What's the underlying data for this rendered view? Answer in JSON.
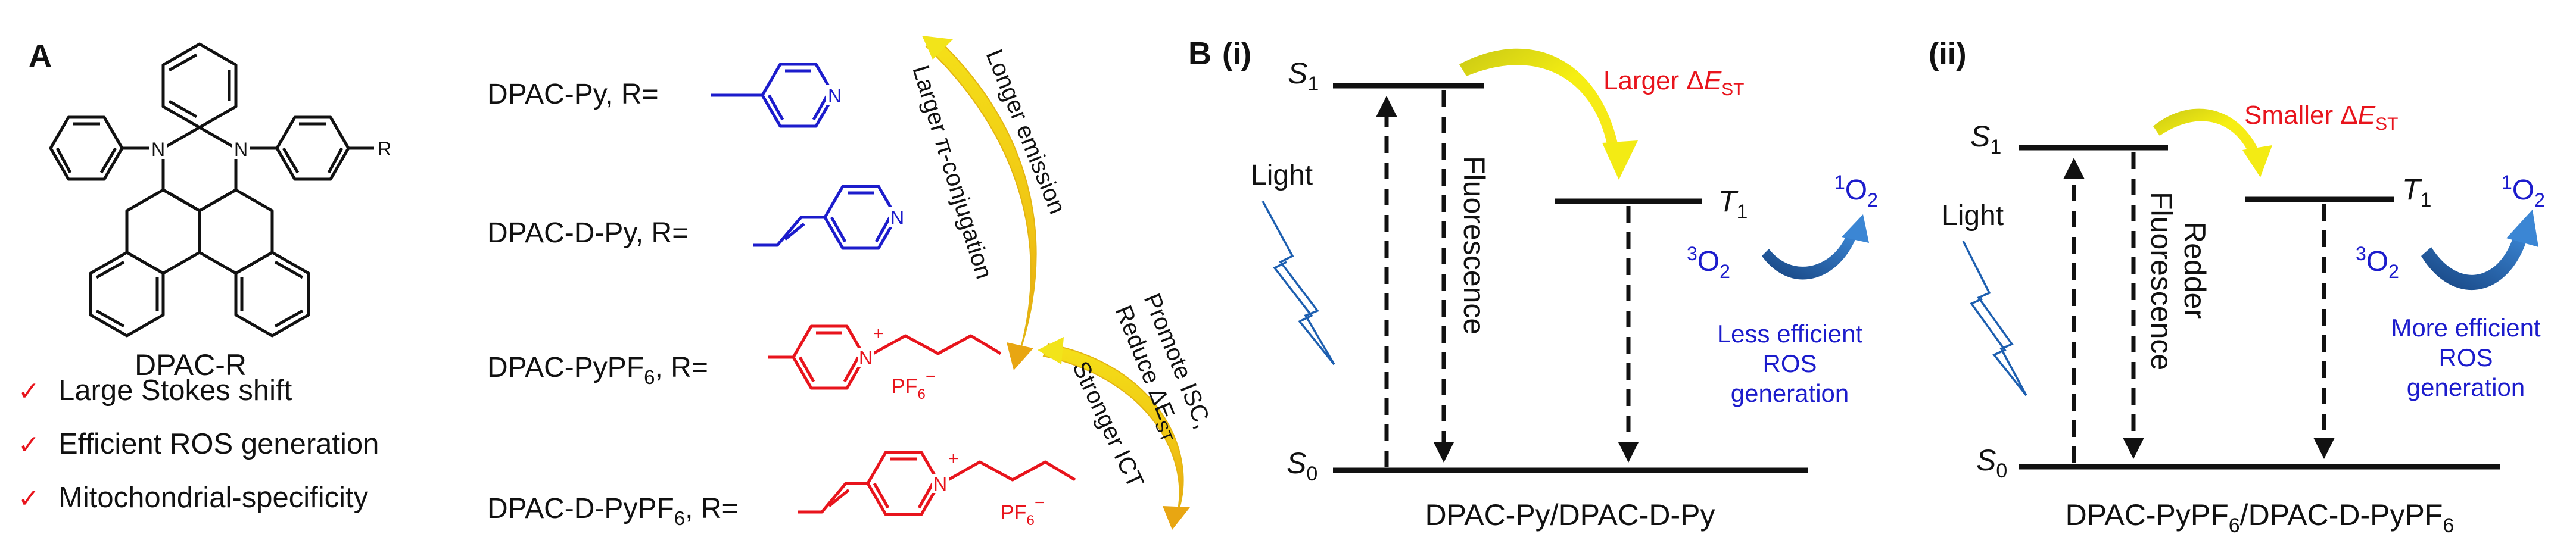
{
  "colors": {
    "black": "#111111",
    "blue": "#1c1ccc",
    "red": "#e8141c",
    "yellow": "#f2ea10",
    "orange_accent": "#e8a612",
    "arrow_blue": "#1d5fb0"
  },
  "panel_a": {
    "label": "A",
    "molecule_name": "DPAC-R",
    "r_group_label": "R",
    "features": [
      {
        "check": "✓",
        "text": "Large Stokes shift"
      },
      {
        "check": "✓",
        "text": "Efficient ROS generation"
      },
      {
        "check": "✓",
        "text": "Mitochondrial-specificity"
      }
    ],
    "compounds": [
      {
        "name": "DPAC-Py, R=",
        "structure": "pyridine"
      },
      {
        "name": "DPAC-D-Py, R=",
        "structure": "vinyl-pyridine"
      },
      {
        "name": "DPAC-PyPF",
        "name_sub": "6",
        "name_suffix": ", R=",
        "structure": "pyridinium-butyl"
      },
      {
        "name": "DPAC-D-PyPF",
        "name_sub": "6",
        "name_suffix": ", R=",
        "structure": "vinyl-pyridinium-butyl"
      }
    ],
    "atom_labels": {
      "n": "N",
      "plus": "+",
      "pf6": "PF",
      "pf6_sub": "6",
      "minus": "−"
    },
    "arrow1": {
      "line1": "Longer emission",
      "line2": "Larger π-conjugation"
    },
    "arrow2": {
      "line1": "Promote ISC,",
      "line2": "Reduce ΔE",
      "line2_sub": "ST",
      "line3": "Stronger ICT"
    }
  },
  "panel_b": {
    "label": "B",
    "sub_i": {
      "label": "(i)",
      "s1": "S",
      "s1_sub": "1",
      "s0": "S",
      "s0_sub": "0",
      "t1": "T",
      "t1_sub": "1",
      "light": "Light",
      "emission": "Fluorescence",
      "gap_prefix": "Larger Δ",
      "gap_e": "E",
      "gap_sub": "ST",
      "o2_triplet_sup": "3",
      "o2_triplet": "O",
      "o2_triplet_sub": "2",
      "o2_singlet_sup": "1",
      "o2_singlet": "O",
      "o2_singlet_sub": "2",
      "ros_lines": [
        "Less efficient",
        "ROS",
        "generation"
      ],
      "caption": "DPAC-Py/DPAC-D-Py"
    },
    "sub_ii": {
      "label": "(ii)",
      "s1": "S",
      "s1_sub": "1",
      "s0": "S",
      "s0_sub": "0",
      "t1": "T",
      "t1_sub": "1",
      "light": "Light",
      "emission_line1": "Redder",
      "emission_line2": "Fluorescence",
      "gap_prefix": "Smaller Δ",
      "gap_e": "E",
      "gap_sub": "ST",
      "o2_triplet_sup": "3",
      "o2_triplet": "O",
      "o2_triplet_sub": "2",
      "o2_singlet_sup": "1",
      "o2_singlet": "O",
      "o2_singlet_sub": "2",
      "ros_lines": [
        "More efficient",
        "ROS",
        "generation"
      ],
      "caption_part1": "DPAC-PyPF",
      "caption_sub1": "6",
      "caption_part2": "/DPAC-D-PyPF",
      "caption_sub2": "6"
    }
  }
}
